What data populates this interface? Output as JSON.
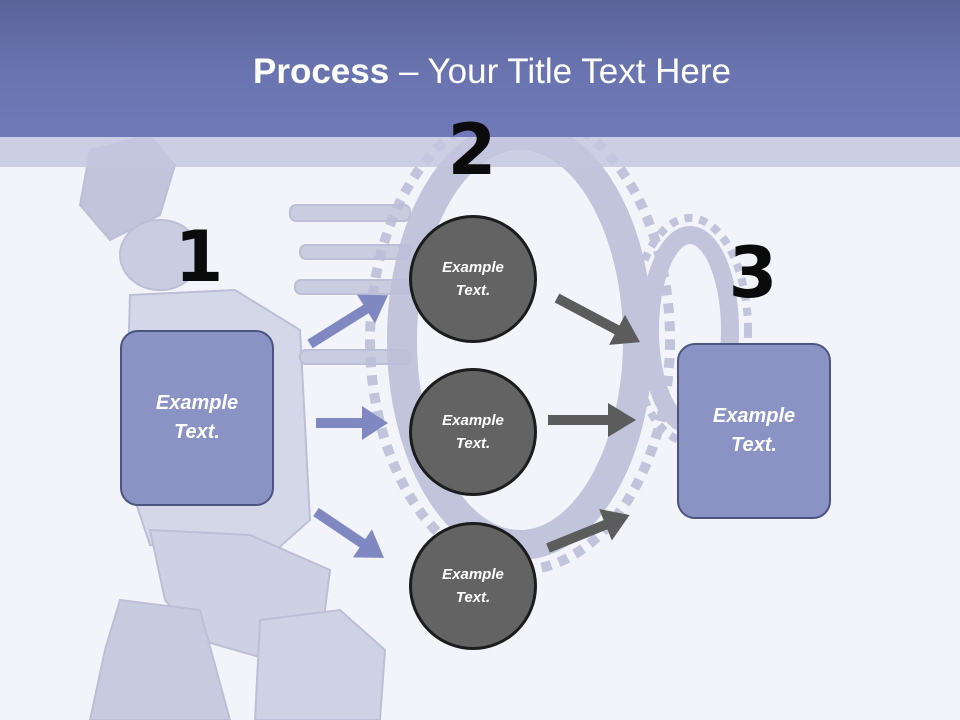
{
  "header": {
    "title_bold": "Process",
    "title_rest": " – Your Title Text Here"
  },
  "steps": [
    {
      "number": "1",
      "box_text": "Example\nText."
    },
    {
      "number": "2"
    },
    {
      "number": "3",
      "box_text": "Example\nText."
    }
  ],
  "circles": [
    {
      "text": "Example\nText."
    },
    {
      "text": "Example\nText."
    },
    {
      "text": "Example\nText."
    }
  ],
  "colors": {
    "header": "#6a74b0",
    "box_fill": "#8a93c4",
    "circle_fill": "#636363",
    "blue_arrow": "#7f88c0",
    "gray_arrow": "#5c5c5c"
  }
}
